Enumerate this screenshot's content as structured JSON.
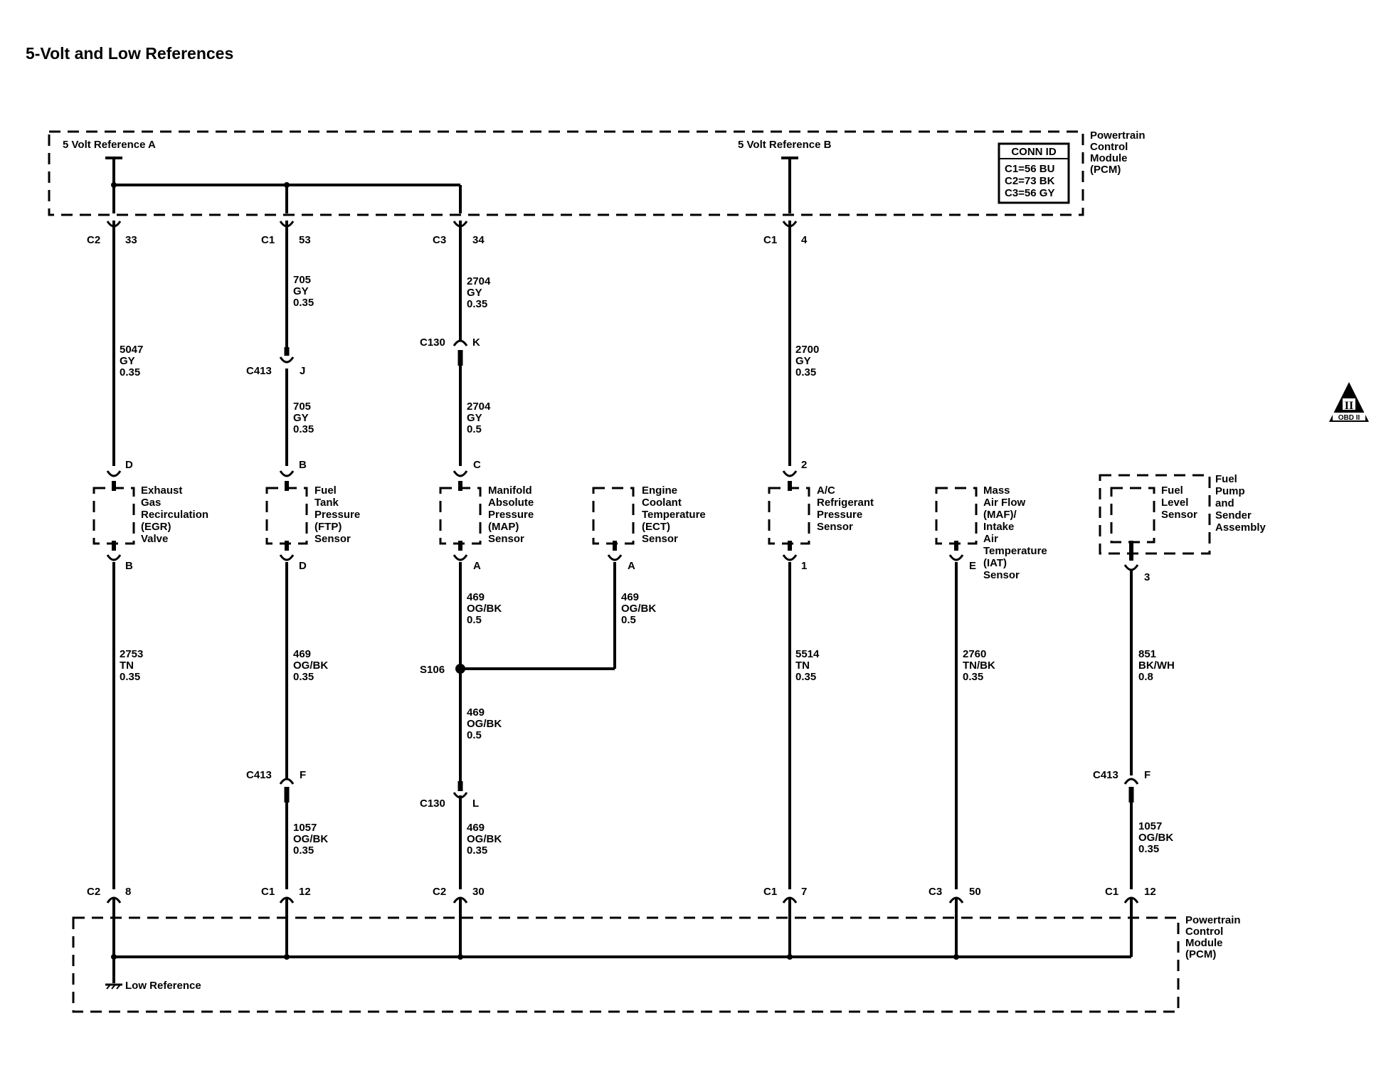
{
  "title": "5-Volt and Low References",
  "module": {
    "name_lines": [
      "Powertrain",
      "Control",
      "Module",
      "(PCM)"
    ],
    "ref_a": "5 Volt Reference A",
    "ref_b": "5 Volt Reference B",
    "low_ref": "Low Reference"
  },
  "conn_id": {
    "heading": "CONN ID",
    "rows": [
      "C1=56 BU",
      "C2=73 BK",
      "C3=56 GY"
    ]
  },
  "obd_badge": {
    "numeral": "II",
    "text": "OBD II",
    "icon": "obd-ii-warning-triangle"
  },
  "top_pins": [
    {
      "conn": "C2",
      "pin": "33"
    },
    {
      "conn": "C1",
      "pin": "53"
    },
    {
      "conn": "C3",
      "pin": "34"
    },
    {
      "conn": "C1",
      "pin": "4"
    }
  ],
  "bottom_pins": [
    {
      "conn": "C2",
      "pin": "8"
    },
    {
      "conn": "C1",
      "pin": "12"
    },
    {
      "conn": "C2",
      "pin": "30"
    },
    {
      "conn": "C1",
      "pin": "7"
    },
    {
      "conn": "C3",
      "pin": "50"
    },
    {
      "conn": "C1",
      "pin": "12"
    }
  ],
  "inline_connectors": [
    {
      "conn": "C413",
      "pin": "J"
    },
    {
      "conn": "C130",
      "pin": "K"
    },
    {
      "conn": "C413",
      "pin": "F"
    },
    {
      "conn": "C130",
      "pin": "L"
    },
    {
      "conn": "C413",
      "pin": "F"
    }
  ],
  "splice": "S106",
  "wire_labels": [
    [
      "5047",
      "GY",
      "0.35"
    ],
    [
      "705",
      "GY",
      "0.35"
    ],
    [
      "705",
      "GY",
      "0.35"
    ],
    [
      "2704",
      "GY",
      "0.35"
    ],
    [
      "2704",
      "GY",
      "0.5"
    ],
    [
      "2700",
      "GY",
      "0.35"
    ],
    [
      "2753",
      "TN",
      "0.35"
    ],
    [
      "469",
      "OG/BK",
      "0.35"
    ],
    [
      "1057",
      "OG/BK",
      "0.35"
    ],
    [
      "469",
      "OG/BK",
      "0.5"
    ],
    [
      "469",
      "OG/BK",
      "0.5"
    ],
    [
      "469",
      "OG/BK",
      "0.5"
    ],
    [
      "469",
      "OG/BK",
      "0.35"
    ],
    [
      "5514",
      "TN",
      "0.35"
    ],
    [
      "2760",
      "TN/BK",
      "0.35"
    ],
    [
      "851",
      "BK/WH",
      "0.8"
    ],
    [
      "1057",
      "OG/BK",
      "0.35"
    ]
  ],
  "components": [
    {
      "name_lines": [
        "Exhaust",
        "Gas",
        "Recirculation",
        "(EGR)",
        "Valve"
      ],
      "top_pin": "D",
      "bottom_pin": "B"
    },
    {
      "name_lines": [
        "Fuel",
        "Tank",
        "Pressure",
        "(FTP)",
        "Sensor"
      ],
      "top_pin": "B",
      "bottom_pin": "D"
    },
    {
      "name_lines": [
        "Manifold",
        "Absolute",
        "Pressure",
        "(MAP)",
        "Sensor"
      ],
      "top_pin": "C",
      "bottom_pin": "A"
    },
    {
      "name_lines": [
        "Engine",
        "Coolant",
        "Temperature",
        "(ECT)",
        "Sensor"
      ],
      "bottom_pin": "A"
    },
    {
      "name_lines": [
        "A/C",
        "Refrigerant",
        "Pressure",
        "Sensor"
      ],
      "top_pin": "2",
      "bottom_pin": "1"
    },
    {
      "name_lines": [
        "Mass",
        "Air Flow",
        "(MAF)/",
        "Intake",
        "Air",
        "Temperature",
        "(IAT)",
        "Sensor"
      ],
      "bottom_pin": "E"
    },
    {
      "name_lines": [
        "Fuel",
        "Level",
        "Sensor"
      ],
      "bottom_pin": "3"
    }
  ],
  "assembly": {
    "name_lines": [
      "Fuel",
      "Pump",
      "and",
      "Sender",
      "Assembly"
    ]
  }
}
